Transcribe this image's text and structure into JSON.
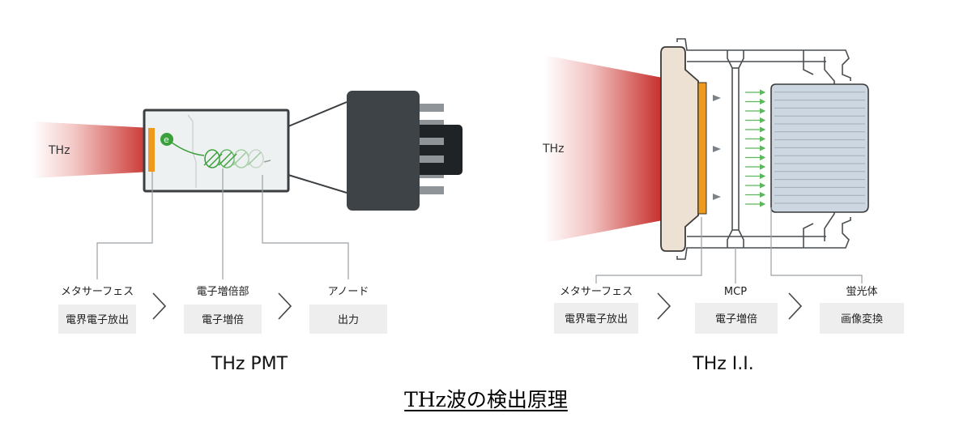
{
  "pmt": {
    "thz_label": "THz",
    "electron_label": "e",
    "steps": [
      {
        "header": "メタサーフェス",
        "box": "電界電子放出"
      },
      {
        "header": "電子増倍部",
        "box": "電子増倍"
      },
      {
        "header": "アノード",
        "box": "出力"
      }
    ],
    "title": "THz PMT"
  },
  "ii": {
    "thz_label": "THz",
    "steps": [
      {
        "header": "メタサーフェス",
        "box": "電界電子放出"
      },
      {
        "header": "MCP",
        "box": "電子増倍"
      },
      {
        "header": "蛍光体",
        "box": "画像変換"
      }
    ],
    "title": "THz I.I."
  },
  "caption": "THz波の検出原理",
  "colors": {
    "metasurface": "#ee9a1e",
    "electron": "#3aa03a",
    "arrow": "#5cb85c",
    "box_fill": "#eeeeee",
    "housing": "#3d4347"
  }
}
